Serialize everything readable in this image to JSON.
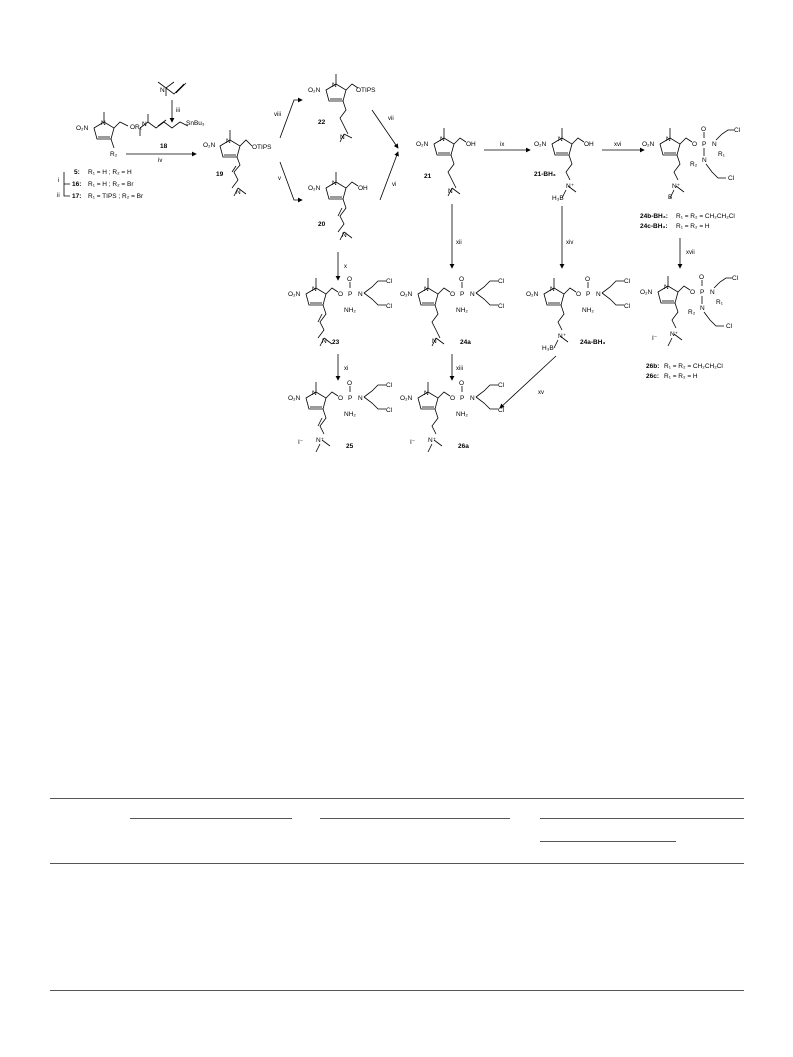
{
  "reagent": {
    "compound_18_label": "18",
    "stannyl_group": "SnBu₃"
  },
  "compounds": {
    "c5": "5:",
    "c5_sub": "R₁ = H ; R₂ = H",
    "c16": "16:",
    "c16_sub": "R₁ = H ; R₂ = Br",
    "c17": "17:",
    "c17_sub": "R₁ = TIPS ; R₂ = Br",
    "c19": "19",
    "c20": "20",
    "c21": "21",
    "c21bh3": "21-BH₃",
    "c22": "22",
    "c23": "23",
    "c24a": "24a",
    "c24abh3": "24a-BH₃",
    "c24bbh3": "24b-BH₃:",
    "c24bbh3_sub": "R₁ = R₂ = CH₂CH₂Cl",
    "c24cbh3": "24c-BH₃:",
    "c24cbh3_sub": "R₁ = R₂ = H",
    "c25": "25",
    "c26a": "26a",
    "c26b": "26b:",
    "c26b_sub": "R₁ = R₂ = CH₂CH₂Cl",
    "c26c": "26c:",
    "c26c_sub": "R₁ = R₂ = H"
  },
  "groups": {
    "no2": "O₂N",
    "n": "N",
    "or1": "OR₁",
    "r2": "R₂",
    "r1": "R₁",
    "otips": "OTIPS",
    "oh": "OH",
    "o": "O",
    "p": "P",
    "nh2": "NH₂",
    "cl": "Cl",
    "nplus": "N⁺",
    "b": "B",
    "h3b": "H₃B",
    "iodide": "I⁻"
  },
  "steps": {
    "i": "i",
    "ii": "ii",
    "iii": "iii",
    "iv": "iv",
    "v": "v",
    "vi": "vi",
    "vii": "vii",
    "viii": "viii",
    "ix": "ix",
    "x": "x",
    "xi": "xi",
    "xii": "xii",
    "xiii": "xiii",
    "xiv": "xiv",
    "xv": "xv",
    "xvi": "xvi",
    "xvii": "xvii"
  }
}
